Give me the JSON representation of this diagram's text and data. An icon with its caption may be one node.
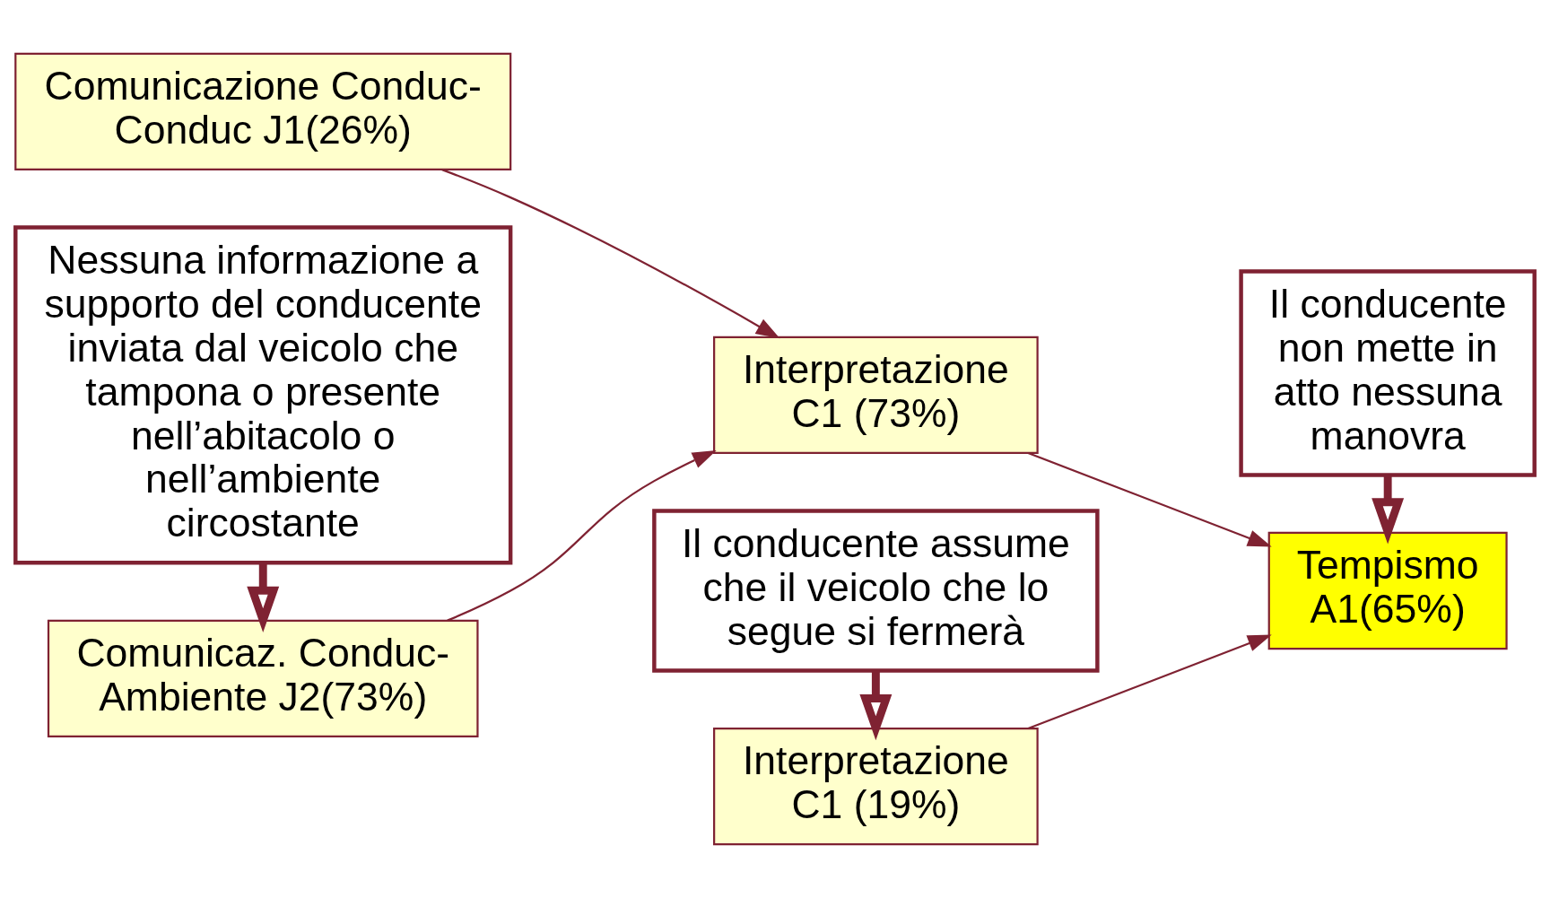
{
  "diagram": {
    "nodes": [
      {
        "text": [
          "Comunicazione Conduc-Conduc J1(26%)"
        ]
      },
      {
        "text": [
          "Comunicaz. Conduc-Ambiente J2(73%)"
        ]
      },
      {
        "text": [
          "Interpretazione C1 (73%)"
        ]
      },
      {
        "text": [
          "Interpretazione C1 (19%)"
        ]
      },
      {
        "text": [
          "Tempismo A1(65%)"
        ]
      },
      {
        "text": [
          "Nessuna informazione a supporto del conducente inviata dal veicolo che tampona o presente nell’abitacolo o nell’ambiente circostante"
        ]
      },
      {
        "text": [
          "Il conducente assume che il veicolo che lo segue si fermerà"
        ]
      },
      {
        "text": [
          "Il conducente non mette in atto nessuna manovra"
        ]
      }
    ],
    "edges": [
      {
        "from": 0,
        "to": 2,
        "arrow": "to"
      },
      {
        "from": 1,
        "to": 2,
        "arrow": "to"
      },
      {
        "from": 2,
        "to": 4,
        "arrow": "to"
      },
      {
        "from": 3,
        "to": 4,
        "arrow": "to"
      },
      {
        "from": 5,
        "to": 1,
        "arrow": "to",
        "style": "thick"
      },
      {
        "from": 6,
        "to": 3,
        "arrow": "to",
        "style": "thick"
      },
      {
        "from": 7,
        "to": 4,
        "arrow": "to",
        "style": "thick"
      }
    ]
  }
}
